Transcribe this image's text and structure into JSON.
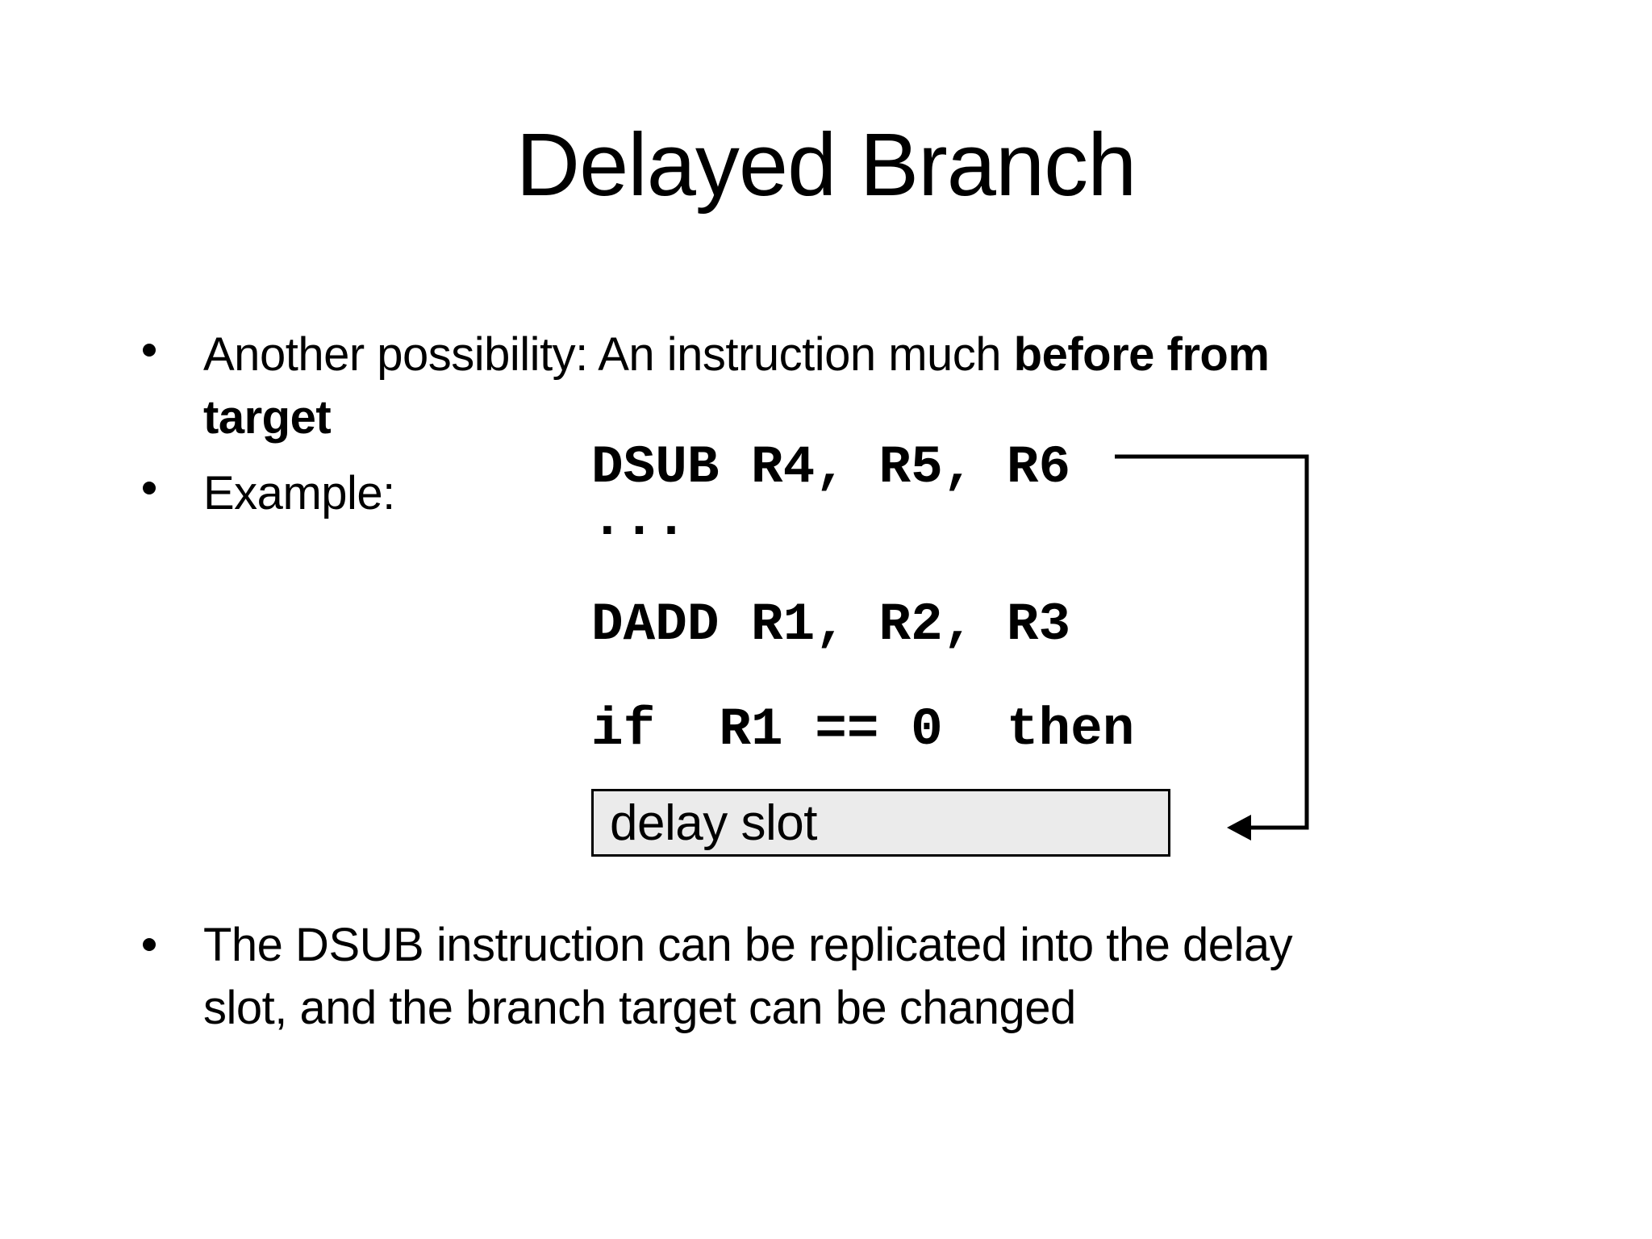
{
  "slide": {
    "title": "Delayed Branch",
    "bullet1": {
      "text": "Another possibility: An instruction much ",
      "bold_text": "before from",
      "bold_text_line2": "target"
    },
    "bullet2": {
      "text": "Example:"
    },
    "bullet3": {
      "line1": "The DSUB instruction can be replicated into the delay",
      "line2": "slot, and the branch target can be changed"
    },
    "code": {
      "line1": "DSUB R4, R5, R6",
      "line2": "...",
      "line3": "DADD R1, R2, R3",
      "line4": "if  R1 == 0  then"
    },
    "diagram": {
      "delay_slot_label": "delay slot",
      "box_fill": "#ebebeb",
      "box_border_color": "#000000",
      "arrow_color": "#000000"
    }
  }
}
